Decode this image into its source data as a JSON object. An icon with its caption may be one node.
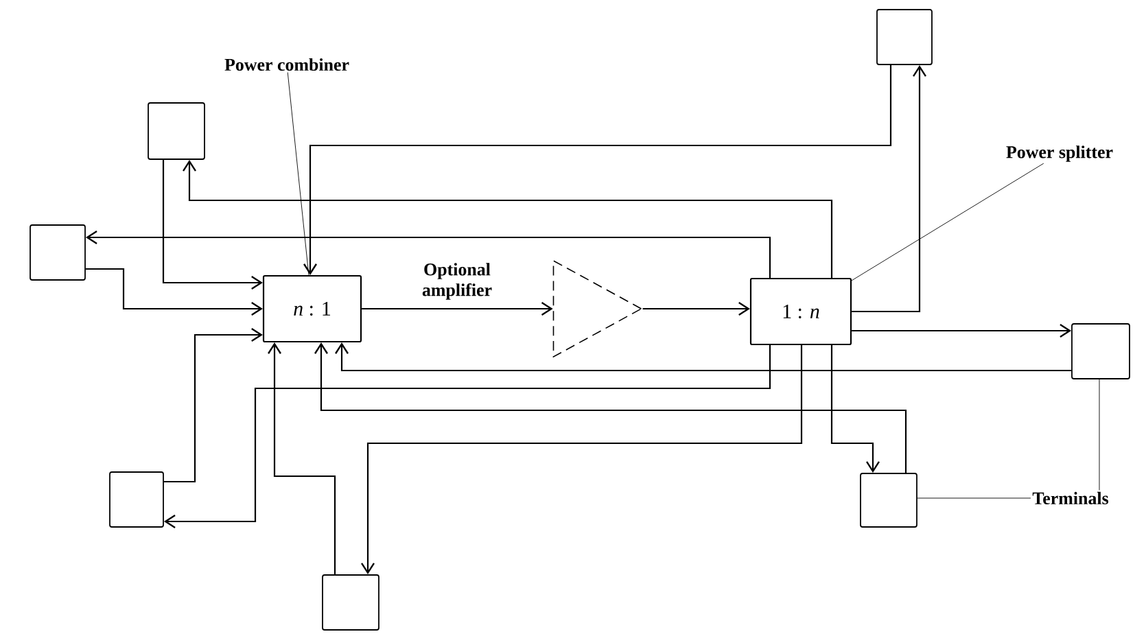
{
  "diagram": {
    "nodes": [
      {
        "text": [
          "Power combiner"
        ]
      },
      {
        "text": [
          "*n* : 1"
        ]
      },
      {
        "text": [],
        "shape": "triangle",
        "beside": [
          "Optional amplifier"
        ]
      },
      {
        "text": [
          "1 : *n*"
        ]
      },
      {
        "text": [
          "Power splitter"
        ]
      },
      {
        "text": [],
        "shape": "box"
      },
      {
        "text": [],
        "shape": "box"
      },
      {
        "text": [],
        "shape": "box"
      },
      {
        "text": [],
        "shape": "box"
      },
      {
        "text": [],
        "shape": "box"
      },
      {
        "text": [],
        "shape": "box"
      },
      {
        "text": [],
        "shape": "box"
      },
      {
        "text": [
          "Terminals"
        ]
      }
    ],
    "edges": [
      {
        "from": 5,
        "to": 1,
        "arrow": "to"
      },
      {
        "from": 6,
        "to": 1,
        "arrow": "to"
      },
      {
        "from": 7,
        "to": 1,
        "arrow": "to"
      },
      {
        "from": 8,
        "to": 1,
        "arrow": "to"
      },
      {
        "from": 9,
        "to": 1,
        "arrow": "to"
      },
      {
        "from": 10,
        "to": 1,
        "arrow": "to"
      },
      {
        "from": 11,
        "to": 1,
        "arrow": "to"
      },
      {
        "from": 1,
        "to": 2,
        "arrow": "to"
      },
      {
        "from": 2,
        "to": 3,
        "arrow": "to"
      },
      {
        "from": 3,
        "to": 6,
        "arrow": "to"
      },
      {
        "from": 3,
        "to": 5,
        "arrow": "to"
      },
      {
        "from": 3,
        "to": 9,
        "arrow": "to"
      },
      {
        "from": 3,
        "to": 10,
        "arrow": "to"
      },
      {
        "from": 3,
        "to": 7,
        "arrow": "to"
      },
      {
        "from": 3,
        "to": 8,
        "arrow": "to"
      },
      {
        "from": 3,
        "to": 11,
        "arrow": "to"
      },
      {
        "from": 0,
        "to": 1,
        "arrow": "none"
      },
      {
        "from": 4,
        "to": 3,
        "arrow": "none"
      },
      {
        "from": 12,
        "to": 10,
        "arrow": "none"
      },
      {
        "from": 12,
        "to": 11,
        "arrow": "none"
      }
    ]
  }
}
